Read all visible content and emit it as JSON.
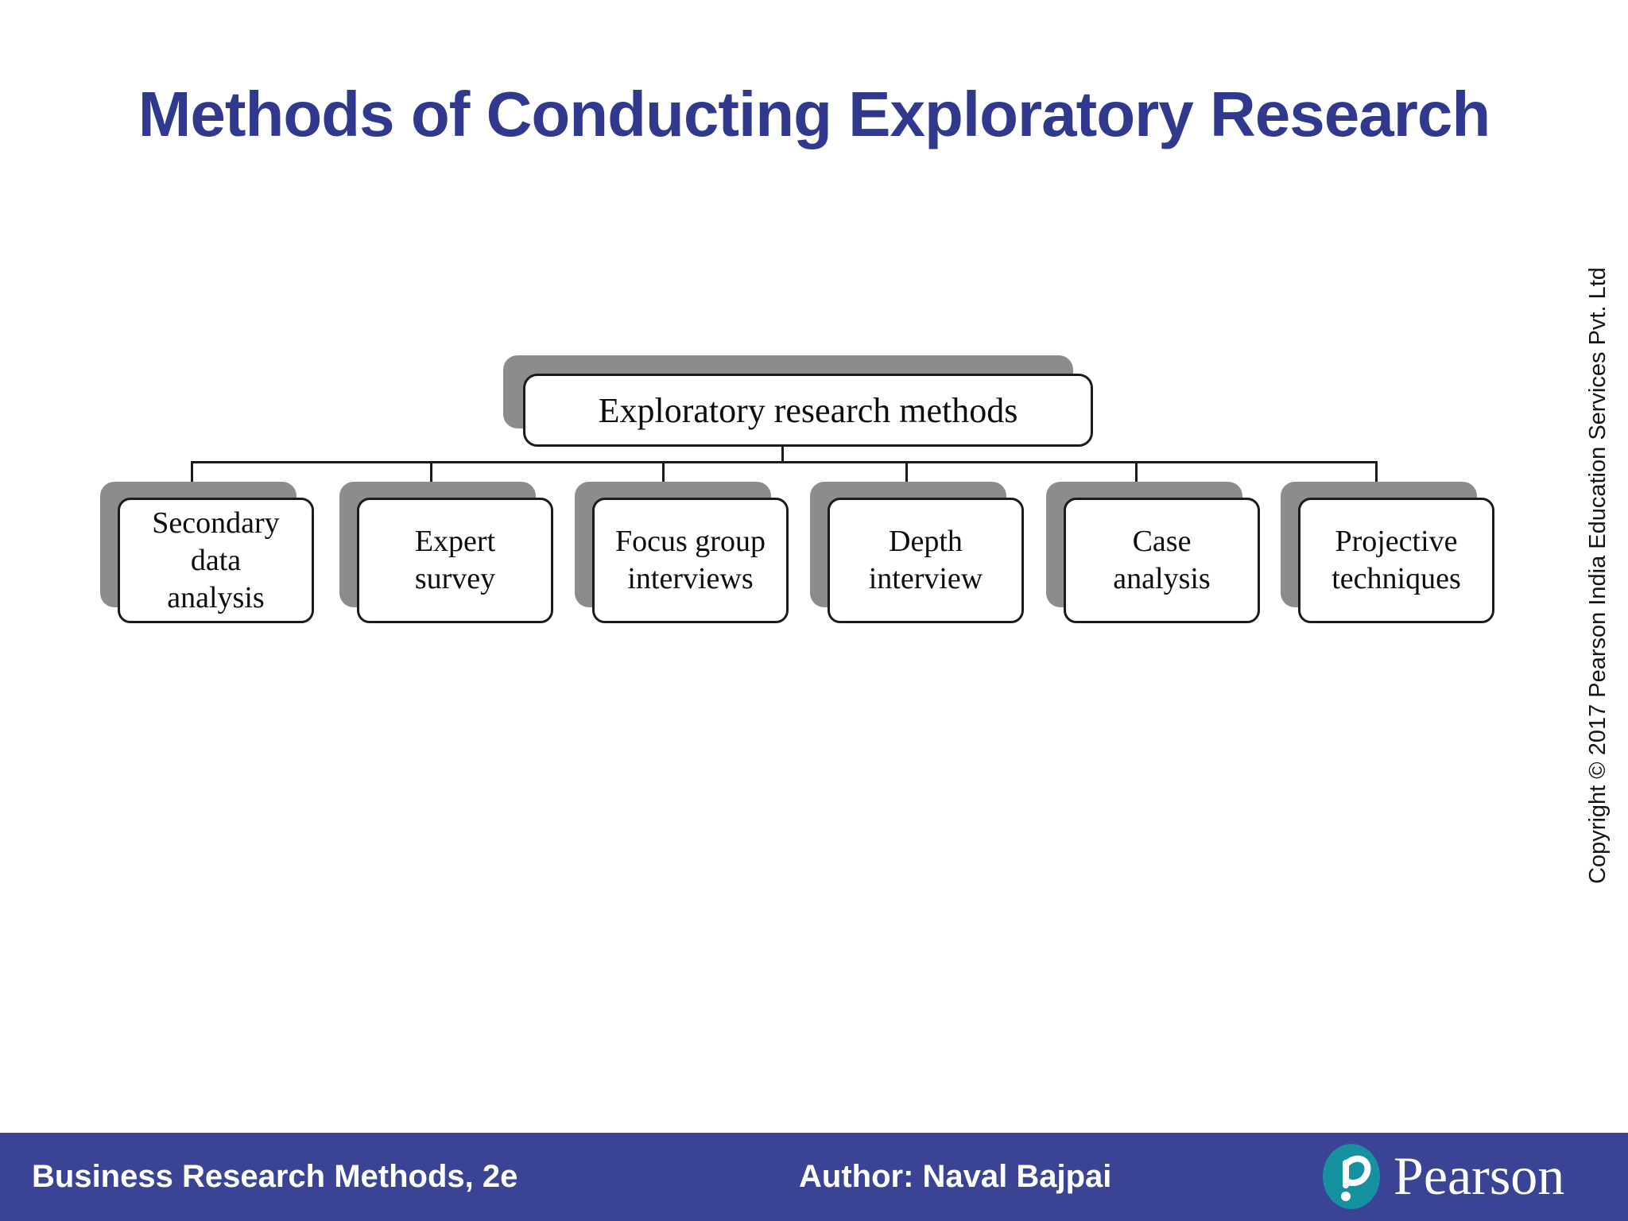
{
  "title": {
    "text": "Methods of Conducting Exploratory Research",
    "color": "#30398E"
  },
  "diagram": {
    "root": {
      "label": "Exploratory research methods"
    },
    "children": [
      {
        "label": "Secondary\ndata\nanalysis"
      },
      {
        "label": "Expert\nsurvey"
      },
      {
        "label": "Focus group\ninterviews"
      },
      {
        "label": "Depth\ninterview"
      },
      {
        "label": "Case\nanalysis"
      },
      {
        "label": "Projective\ntechniques"
      }
    ],
    "shadow_color": "#8C8C8C",
    "connector_color": "#1b1b1b",
    "box_border_color": "#1b1b1b"
  },
  "copyright_sidebar": {
    "text": "Copyright © 2017 Pearson India Education Services Pvt. Ltd"
  },
  "footer": {
    "book_title": "Business Research Methods, 2e",
    "author": "Author: Naval Bajpai",
    "brand_wordmark": "Pearson",
    "bar_color": "#3A4394",
    "logo_teal": "#1691A0"
  }
}
